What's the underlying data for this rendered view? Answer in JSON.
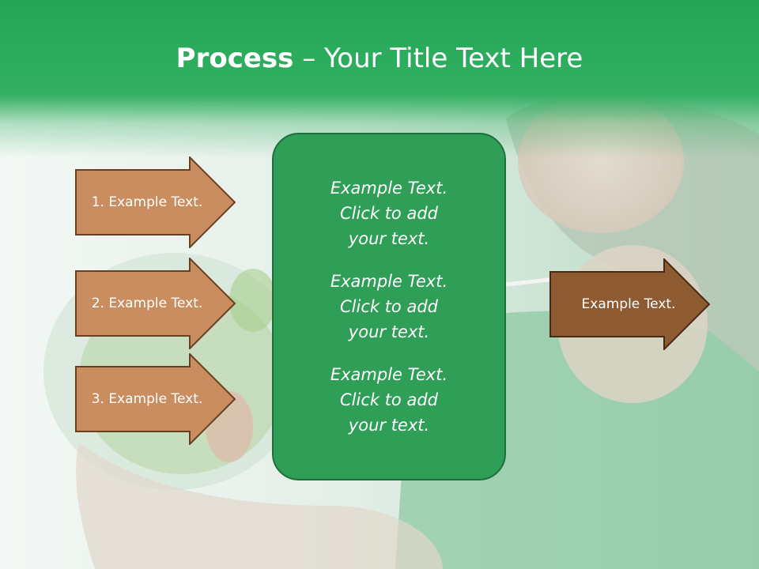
{
  "title": {
    "bold": "Process",
    "dash": " – ",
    "rest": "Your Title Text Here"
  },
  "center": {
    "blocks": [
      {
        "l1": "Example Text.",
        "l2": "Click  to add",
        "l3": "your text."
      },
      {
        "l1": "Example Text.",
        "l2": "Click  to add",
        "l3": "your text."
      },
      {
        "l1": "Example Text.",
        "l2": "Click  to add",
        "l3": "your text."
      }
    ]
  },
  "inputs": [
    {
      "label": "1. Example Text."
    },
    {
      "label": "2. Example Text."
    },
    {
      "label": "3. Example Text."
    }
  ],
  "output": {
    "label": "Example Text."
  },
  "colors": {
    "header": "#23a555",
    "center_fill": "#2f9e57",
    "input_arrow": "#c98d5f",
    "output_arrow": "#8d5a32"
  }
}
